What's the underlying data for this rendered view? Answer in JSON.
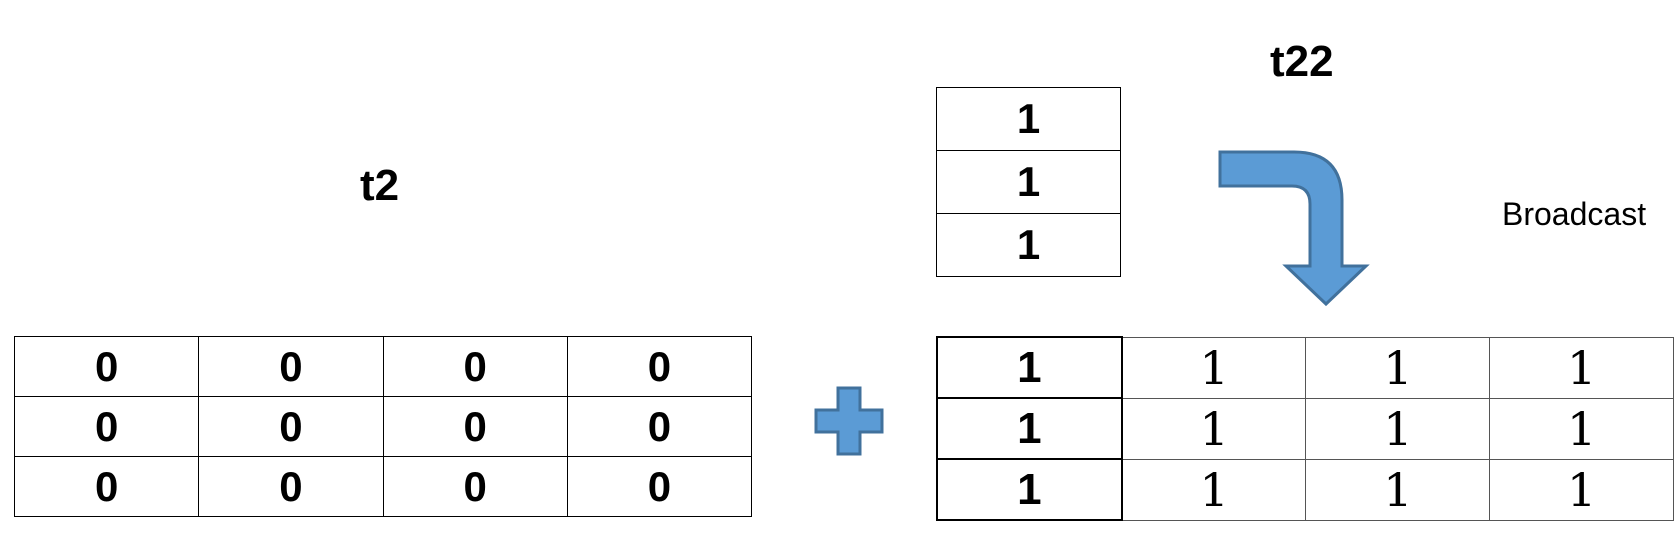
{
  "labels": {
    "t2": "t2",
    "t22": "t22",
    "broadcast": "Broadcast"
  },
  "t2_matrix": [
    [
      "0",
      "0",
      "0",
      "0"
    ],
    [
      "0",
      "0",
      "0",
      "0"
    ],
    [
      "0",
      "0",
      "0",
      "0"
    ]
  ],
  "t22_column": [
    "1",
    "1",
    "1"
  ],
  "result_matrix": [
    [
      "1",
      "1",
      "1",
      "1"
    ],
    [
      "1",
      "1",
      "1",
      "1"
    ],
    [
      "1",
      "1",
      "1",
      "1"
    ]
  ],
  "colors": {
    "shape_fill": "#5b9bd5",
    "shape_stroke": "#41719c"
  },
  "icons": {
    "operator": "plus-icon",
    "arrow": "curved-down-arrow-icon"
  }
}
